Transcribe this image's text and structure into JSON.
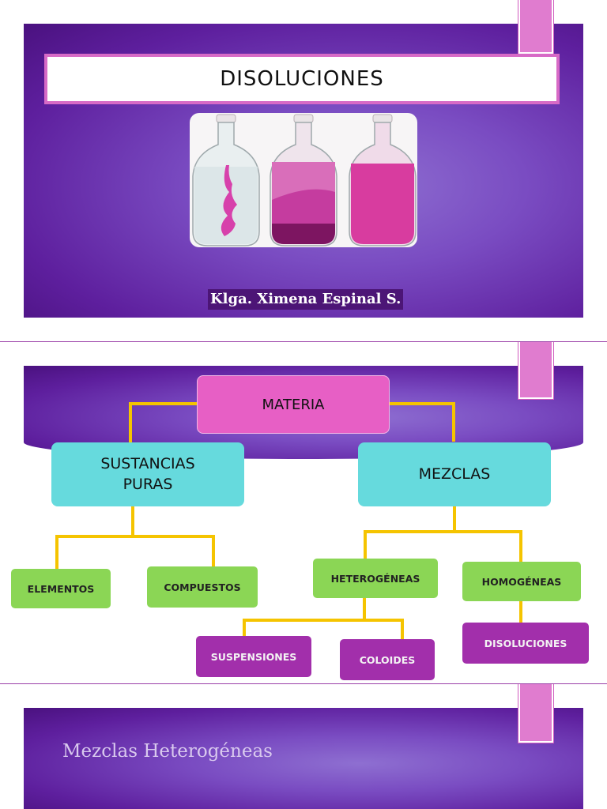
{
  "slide1": {
    "title": "DISOLUCIONES",
    "author": "Klga. Ximena Espinal S.",
    "image_description_icon": "flasks-image"
  },
  "slide2": {
    "root": "MATERIA",
    "level1": {
      "left": "SUSTANCIAS\nPURAS",
      "right": "MEZCLAS"
    },
    "pure_children": [
      "ELEMENTOS",
      "COMPUESTOS"
    ],
    "mixture_children": [
      "HETEROGÉNEAS",
      "HOMOGÉNEAS"
    ],
    "hetero_children": [
      "SUSPENSIONES",
      "COLOIDES"
    ],
    "homo_children": [
      "DISOLUCIONES"
    ]
  },
  "slide3": {
    "title": "Mezclas Heterogéneas"
  },
  "colors": {
    "band": "#6a2db0",
    "tab": "#e07ccf",
    "root": "#e75fc5",
    "level1": "#66dadd",
    "green": "#8bd655",
    "purple": "#a22fab",
    "connector": "#f5c400"
  }
}
